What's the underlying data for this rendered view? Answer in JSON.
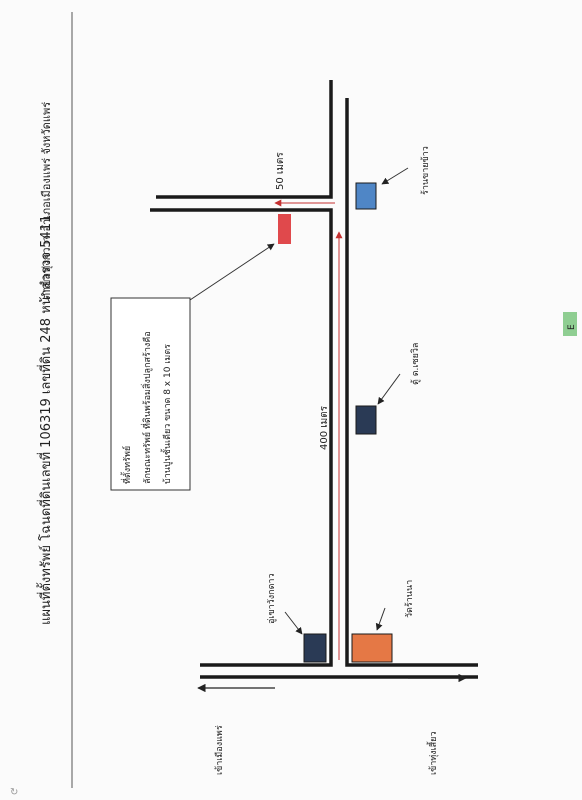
{
  "header": {
    "line1": "แผนที่ตั้งทรัพย์   โฉนดที่ดินเลขที่ 106319 เลขที่ดิน 248 หน้าสำรวจ 5411",
    "line2": "ตำบลทุ่งกวาว อำเภอเมืองแพร่ จังหวัดแพร่"
  },
  "infobox": {
    "title": "ที่ตั้งทรัพย์",
    "line1": "ลักษณะทรัพย์ ที่ดินพร้อมสิ่งปลูกสร้างคือ",
    "line2": "บ้านปูนชั้นเดียว ขนาด  8 x 10 เมตร"
  },
  "landmarks": {
    "shop": "ร้านขายข้าว",
    "building": "ตู้ ด.เซยวิล",
    "temple": "วัดร้านนา",
    "garage": "อู่เขาวังกดาว"
  },
  "distances": {
    "d1": "50 เมตร",
    "d2": "400 เมตร"
  },
  "directions": {
    "left": "เข้าเมืองแพร่",
    "right": "เข้าทุ่งเสี้ยว"
  },
  "side_tab": "E",
  "colors": {
    "property": "#e0494c",
    "shop": "#4f86c6",
    "building": "#2a3a55",
    "temple": "#e57845",
    "garage": "#2a3a55",
    "road": "#1a1a1a",
    "arrow_red": "#c43030",
    "tab": "#8fce92"
  }
}
